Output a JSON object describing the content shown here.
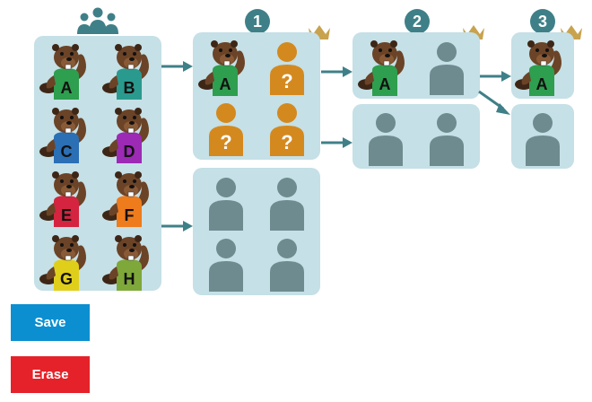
{
  "colors": {
    "panel": "#c5e0e6",
    "teal": "#3f8088",
    "silhouette": "#6e8b90",
    "unknown": "#d4891f",
    "crown": "#c9a24e",
    "save": "#0b8fd1",
    "erase": "#e52229"
  },
  "icons": {
    "group": "group-icon",
    "crown": "crown-icon",
    "unknown": "question-mark-person-icon",
    "empty": "person-silhouette-icon"
  },
  "contestants": [
    {
      "letter": "A",
      "shirt": "#2e9e4f",
      "text": "#111111"
    },
    {
      "letter": "B",
      "shirt": "#2a9a8e",
      "text": "#111111"
    },
    {
      "letter": "C",
      "shirt": "#2b6fb5",
      "text": "#111111"
    },
    {
      "letter": "D",
      "shirt": "#9c2ab5",
      "text": "#111111"
    },
    {
      "letter": "E",
      "shirt": "#d4243f",
      "text": "#111111"
    },
    {
      "letter": "F",
      "shirt": "#ee7b1c",
      "text": "#111111"
    },
    {
      "letter": "G",
      "shirt": "#e0cf1a",
      "text": "#111111"
    },
    {
      "letter": "H",
      "shirt": "#7fa83a",
      "text": "#111111"
    }
  ],
  "rounds": [
    {
      "label": "1"
    },
    {
      "label": "2"
    },
    {
      "label": "3"
    }
  ],
  "round1_unknown_mark": "?",
  "buttons": {
    "save_label": "Save",
    "erase_label": "Erase"
  }
}
